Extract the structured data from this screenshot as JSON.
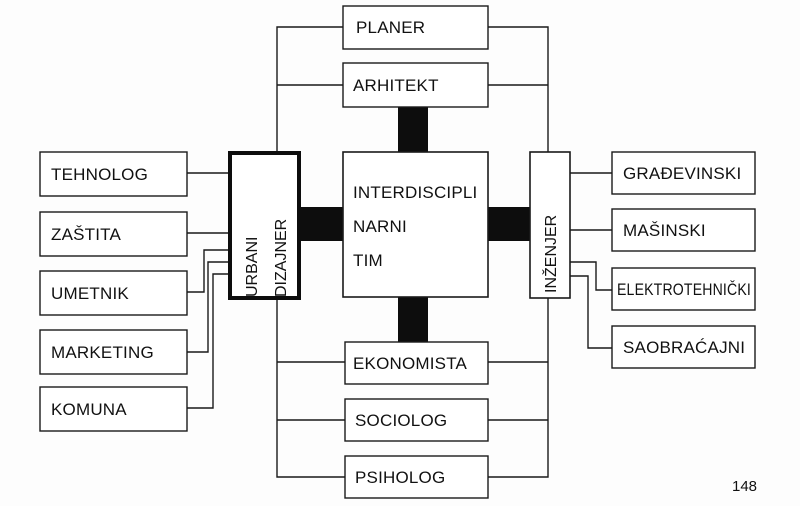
{
  "diagram": {
    "center": {
      "lines": [
        "INTERDISCIPLI",
        "NARNI",
        "TIM"
      ]
    },
    "top_boxes": [
      "PLANER",
      "ARHITEKT"
    ],
    "bottom_boxes": [
      "EKONOMISTA",
      "SOCIOLOG",
      "PSIHOLOG"
    ],
    "left_hub": {
      "lines": [
        "URBANI",
        "DIZAJNER"
      ]
    },
    "left_boxes": [
      "TEHNOLOG",
      "ZAŠTITA",
      "UMETNIK",
      "MARKETING",
      "KOMUNA"
    ],
    "right_hub": {
      "label": "INŽENJER"
    },
    "right_boxes": [
      "GRAĐEVINSKI",
      "MAŠINSKI",
      "ELEKTROTEHNIČKI",
      "SAOBRAĆAJNI"
    ]
  },
  "page_number": "148"
}
